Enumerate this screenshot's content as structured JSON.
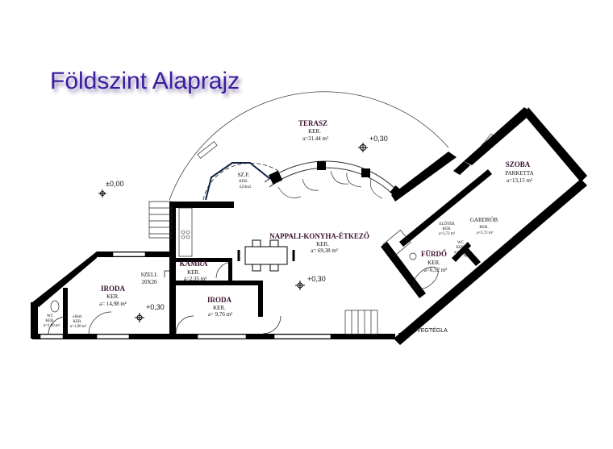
{
  "title": "Földszint Alaprajz",
  "rooms": {
    "terasz": {
      "name": "TERASZ",
      "floor": "KER.",
      "area": "a=31,44 m²"
    },
    "szf": {
      "name": "SZ.F.",
      "floor": "KER.",
      "area": "4,63m2"
    },
    "nappali": {
      "name": "NAPPALI-KONYHA-ÉTKEZŐ",
      "floor": "KER.",
      "area": "a= 69,38 m²"
    },
    "kamra": {
      "name": "KAMRA",
      "floor": "KER.",
      "area": "a=2,35 m²"
    },
    "iroda1": {
      "name": "IRODA",
      "floor": "KER.",
      "area": "a= 14,98 m²"
    },
    "iroda2": {
      "name": "IRODA",
      "floor": "KER.",
      "area": "a= 9,76 m²"
    },
    "szoba": {
      "name": "SZOBA",
      "floor": "PARKETTA",
      "area": "a=13,15 m²"
    },
    "eloter": {
      "name": "ELŐTÉR",
      "floor": "KER.",
      "area": "a=3,72 m²"
    },
    "gardrob": {
      "name": "GARDRÓB",
      "floor": "KER.",
      "area": "a=3,72 m²"
    },
    "furdo": {
      "name": "FÜRDŐ",
      "floor": "KER.",
      "area": "a=6,52 m²"
    },
    "wc": {
      "name": "WC",
      "floor": "KER.",
      "area": "a=1,5 m²"
    },
    "wc2": {
      "name": "WC",
      "floor": "KER.",
      "area": "a=2,00 m²"
    },
    "eloter2": {
      "name": "előtér",
      "floor": "KER.",
      "area": "a=1,90 m²"
    }
  },
  "annotations": {
    "szell": "SZELL",
    "szell_size": "20X20",
    "uvegtegla": "ÜVEGTÉGLA"
  },
  "levels": {
    "outside": "±0,00",
    "terasz": "+0,30",
    "nappali": "+0,30",
    "iroda": "+0,30"
  }
}
